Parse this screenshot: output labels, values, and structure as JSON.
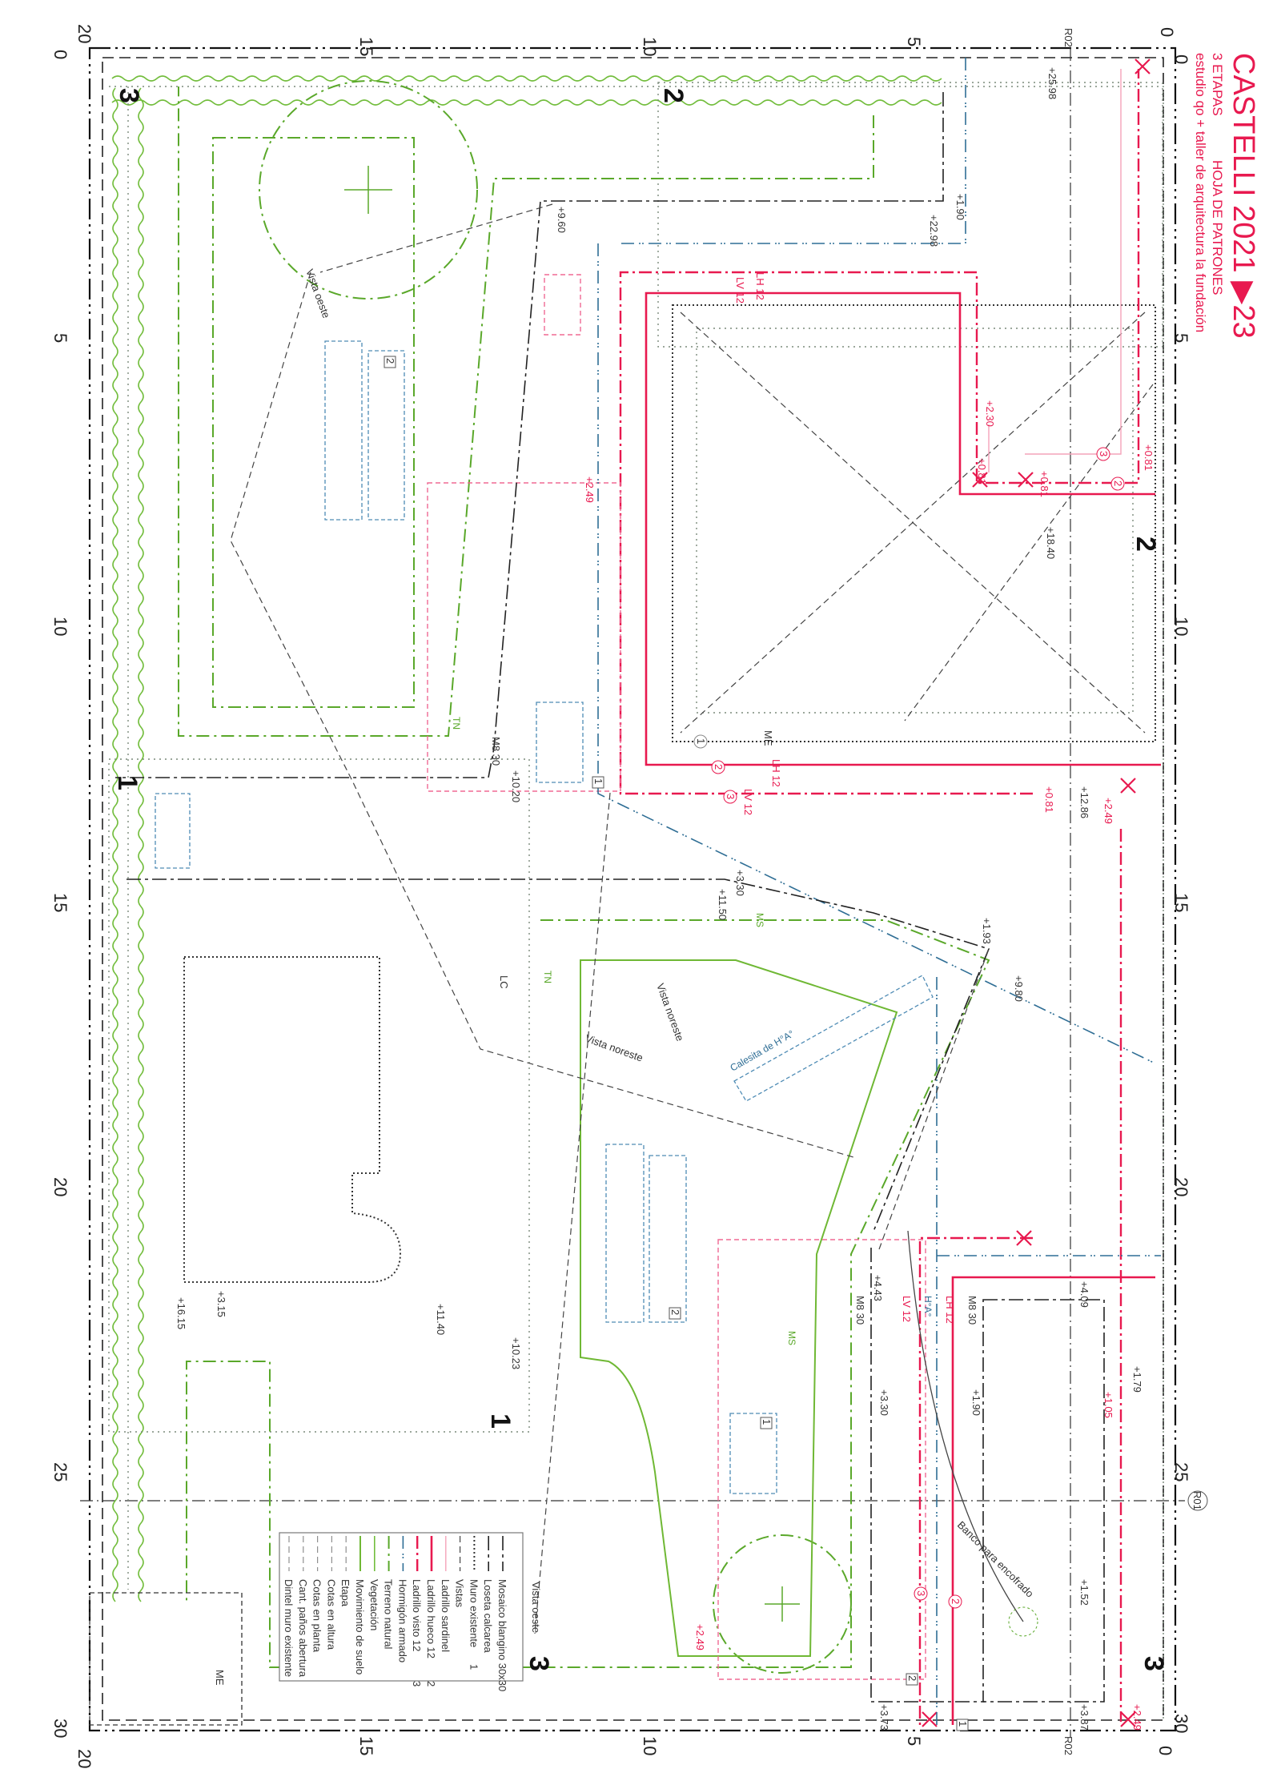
{
  "title": {
    "main": "CASTELLI 2021",
    "arrow": "▶",
    "year_end": "23",
    "stages": "3 ETAPAS",
    "sheet": "HOJA DE PATRONES",
    "authors": "estudio qo + taller de arquitectura la fundación"
  },
  "axes": {
    "x_ticks": [
      "0",
      "5",
      "10",
      "15",
      "20"
    ],
    "y_ticks": [
      "0",
      "5",
      "10",
      "15",
      "20",
      "25",
      "30"
    ],
    "references": [
      "R01",
      "R02"
    ]
  },
  "stages": [
    "3",
    "2",
    "2",
    "1",
    "1",
    "3",
    "3"
  ],
  "labels": {
    "levels": [
      "+25.98",
      "+22.98",
      "+1.90",
      "+9.60",
      "+2.30",
      "+0.81",
      "+0.81",
      "+0.81",
      "+2.49",
      "+18.40",
      "+10.20",
      "+0.81",
      "+12.86",
      "+2.49",
      "+3.30",
      "+11.50",
      "+1.93",
      "+9.80",
      "+16.15",
      "+3.15",
      "+11.40",
      "+10.23",
      "+4.43",
      "+4.09",
      "+1.79",
      "+3.30",
      "+1.90",
      "+1.05",
      "+1.52",
      "+3.87",
      "+3.73",
      "+2.49",
      "+2.49"
    ],
    "materials": [
      "LH 12",
      "LV 12",
      "LH 12",
      "LV 12",
      "LV 12",
      "LH 12",
      "H°A°",
      "M8 30",
      "M8 30",
      "M8 30",
      "ME",
      "ME",
      "TN",
      "MS",
      "MS",
      "TN",
      "LC"
    ],
    "views": [
      "Vista oeste",
      "Vista noreste",
      "Vista noreste",
      "Vista oeste"
    ],
    "objects": [
      "Banco para encofrado",
      "Calesita de H°A°"
    ],
    "circles": [
      "1",
      "2",
      "3",
      "2",
      "3",
      "3",
      "2"
    ],
    "stage_boxes": [
      "2",
      "1",
      "2",
      "2",
      "1",
      "1"
    ]
  },
  "legend": {
    "items": [
      {
        "label": "Mosaico blangino 30x30",
        "badge": "",
        "color": "#333333"
      },
      {
        "label": "Loseta calcarea",
        "badge": "",
        "color": "#333333"
      },
      {
        "label": "Muro existente",
        "badge": "1",
        "color": "#333333"
      },
      {
        "label": "Vistas",
        "badge": "",
        "color": "#333333"
      },
      {
        "label": "Ladrillo sardinel",
        "badge": "",
        "color": "#e8194f"
      },
      {
        "label": "Ladrillo hueco 12",
        "badge": "2",
        "color": "#e8194f"
      },
      {
        "label": "Ladrillo visto 12",
        "badge": "3",
        "color": "#e8194f"
      },
      {
        "label": "Hormigón armado",
        "badge": "",
        "color": "#2f6e95"
      },
      {
        "label": "Terreno natural",
        "badge": "",
        "color": "#5aa82a"
      },
      {
        "label": "Vegetación",
        "badge": "",
        "color": "#5aa82a"
      },
      {
        "label": "Movimiento de suelo",
        "badge": "",
        "color": "#5aa82a"
      },
      {
        "label": "Etapa",
        "badge": "",
        "color": "#333333"
      },
      {
        "label": "Cotas en altura",
        "badge": "",
        "color": "#333333"
      },
      {
        "label": "Cotas en planta",
        "badge": "",
        "color": "#333333"
      },
      {
        "label": "Cant. paños abertura",
        "badge": "",
        "color": "#333333"
      },
      {
        "label": "Dintel muro existente",
        "badge": "",
        "color": "#333333"
      }
    ]
  },
  "colors": {
    "accent": "#e8194f",
    "concrete": "#2f6e95",
    "green": "#5aa82a",
    "ink": "#222222"
  }
}
